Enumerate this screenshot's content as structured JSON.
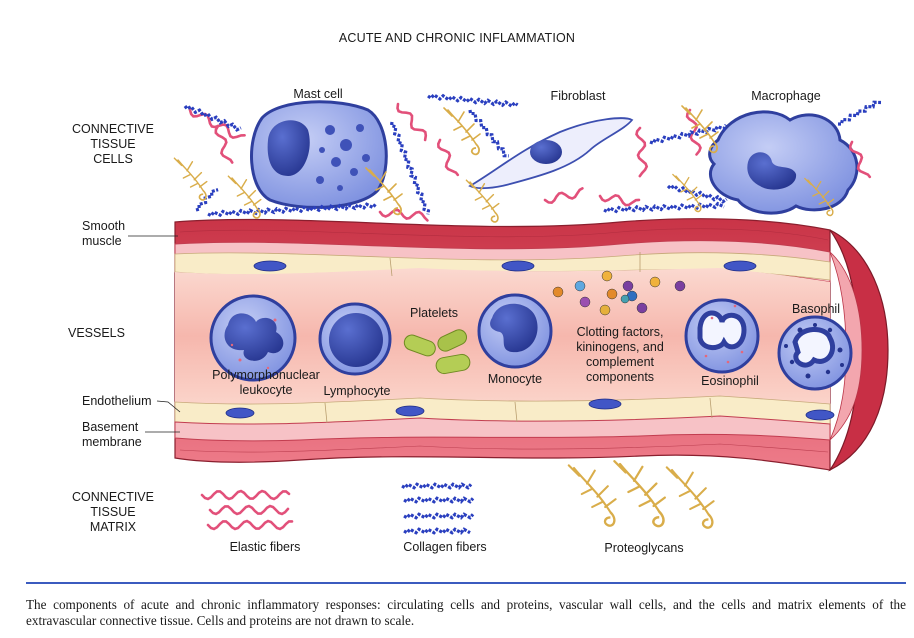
{
  "title": "ACUTE AND CHRONIC INFLAMMATION",
  "sections": {
    "connective_tissue_cells": "CONNECTIVE\nTISSUE\nCELLS",
    "vessels": "VESSELS",
    "connective_tissue_matrix": "CONNECTIVE\nTISSUE\nMATRIX"
  },
  "cells": {
    "mast_cell": "Mast cell",
    "fibroblast": "Fibroblast",
    "macrophage": "Macrophage"
  },
  "vessel_layers": {
    "smooth_muscle": "Smooth\nmuscle",
    "endothelium": "Endothelium",
    "basement_membrane": "Basement\nmembrane"
  },
  "blood": {
    "pmn": "Polymorphonuclear\nleukocyte",
    "lymphocyte": "Lymphocyte",
    "platelets": "Platelets",
    "monocyte": "Monocyte",
    "clotting": "Clotting factors,\nkininogens, and\ncomplement\ncomponents",
    "eosinophil": "Eosinophil",
    "basophil": "Basophil"
  },
  "matrix": {
    "elastic": "Elastic fibers",
    "collagen": "Collagen fibers",
    "proteoglycans": "Proteoglycans"
  },
  "caption": "The components of acute and chronic inflammatory responses: circulating cells and proteins, vascular wall cells, and the cells and matrix elements of the extravascular connective tissue. Cells and proteins are not drawn to scale.",
  "colors": {
    "muscle": "#e25a6d",
    "lumen": "#f8c7bc",
    "cell_fill": "#8c9ee6",
    "nucleus": "#2f3f9e",
    "elastic": "#e2507a",
    "collagen": "#2a3fbf",
    "proteoglycan": "#d9ad4a",
    "platelet": "#a8c24a",
    "rule": "#3b5bbf"
  }
}
